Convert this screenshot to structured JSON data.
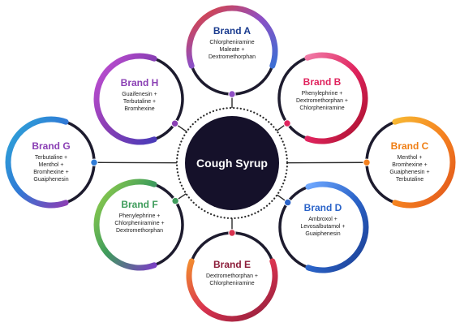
{
  "center": {
    "label": "Cough Syrup",
    "fill": "#15112a"
  },
  "brands": [
    {
      "key": "a",
      "title": "Brand A",
      "title_color": "#1b3c8f",
      "gradient": [
        "#e8412c",
        "#8e4fc4",
        "#3b6fd4"
      ],
      "ingredients": [
        "Chlorpheniramine",
        "Maleate +",
        "Dextromethorphan"
      ]
    },
    {
      "key": "b",
      "title": "Brand B",
      "title_color": "#e0245e",
      "gradient": [
        "#f07aa6",
        "#e0245e",
        "#a5102a"
      ],
      "ingredients": [
        "Phenylephrine +",
        "Dextromethorphan +",
        "Chlorpheniramine"
      ]
    },
    {
      "key": "c",
      "title": "Brand C",
      "title_color": "#ef7d12",
      "gradient": [
        "#f7b733",
        "#f58220",
        "#e0531b"
      ],
      "ingredients": [
        "Menthol +",
        "Bromhexine +",
        "Guaiphenesin +",
        "Terbutaline"
      ]
    },
    {
      "key": "d",
      "title": "Brand D",
      "title_color": "#2b64c9",
      "gradient": [
        "#6fa8ff",
        "#2b64c9",
        "#1b3c8f"
      ],
      "ingredients": [
        "Ambroxol +",
        "Levosalbutamol +",
        "Guaiphenesin"
      ]
    },
    {
      "key": "e",
      "title": "Brand E",
      "title_color": "#8c1d3a",
      "gradient": [
        "#f28b30",
        "#d8334f",
        "#8c1d3a"
      ],
      "ingredients": [
        "Dextromethorphan +",
        "Chlorpheniramine"
      ]
    },
    {
      "key": "f",
      "title": "Brand F",
      "title_color": "#3e9c5b",
      "gradient": [
        "#9bd34a",
        "#3e9c5b",
        "#7a3fc4"
      ],
      "ingredients": [
        "Phenylephrine +",
        "Chlorpheniramine +",
        "Dextromethorphan"
      ]
    },
    {
      "key": "g",
      "title": "Brand G",
      "title_color": "#8a3fb4",
      "gradient": [
        "#2fa8d8",
        "#2f7bd6",
        "#8a3fb4"
      ],
      "ingredients": [
        "Terbutaline +",
        "Menthol +",
        "Bromhexine +",
        "Guaiphenesin"
      ]
    },
    {
      "key": "h",
      "title": "Brand H",
      "title_color": "#8a3fb4",
      "gradient": [
        "#c64fd6",
        "#8a3fb4",
        "#4a3bb8"
      ],
      "ingredients": [
        "Guaifenesin +",
        "Terbutaline +",
        "Bromhexine"
      ]
    }
  ]
}
